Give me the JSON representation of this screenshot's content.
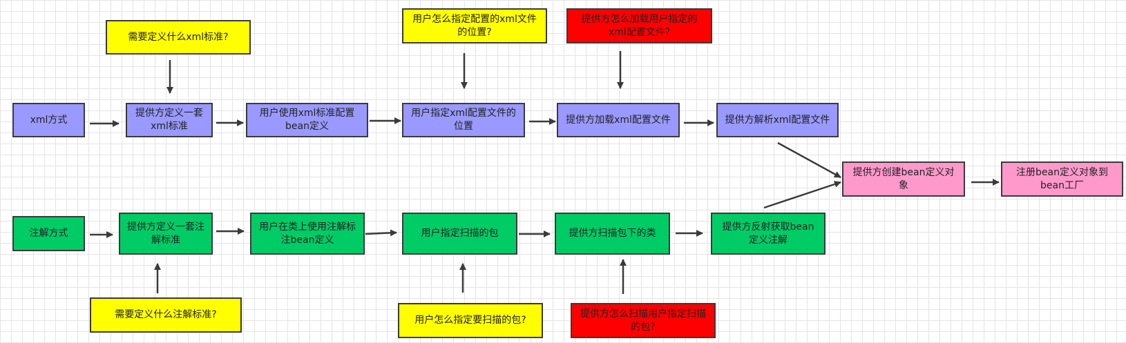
{
  "colors": {
    "xml_row": "#9999ff",
    "annotation_row": "#00cc66",
    "question_user": "#ffff00",
    "question_provider": "#ff0000",
    "result": "#ff99cc",
    "stroke": "#3a3a3a"
  },
  "top_row": {
    "start": "xml方式",
    "step1": "提供方定义一套xml标准",
    "step2": "用户使用xml标准配置bean定义",
    "step3": "用户指定xml配置文件的位置",
    "step4": "提供方加载xml配置文件",
    "step5": "提供方解析xml配置文件"
  },
  "top_questions": {
    "q1": "需要定义什么xml标准?",
    "q2": "用户怎么指定配置的xml文件的位置?",
    "q3": "提供方怎么加载用户指定的xml配置文件?"
  },
  "bottom_row": {
    "start": "注解方式",
    "step1": "提供方定义一套注解标准",
    "step2": "用户在类上使用注解标注bean定义",
    "step3": "用户指定扫描的包",
    "step4": "提供方扫描包下的类",
    "step5": "提供方反射获取bean定义注解"
  },
  "bottom_questions": {
    "q1": "需要定义什么注解标准?",
    "q2": "用户怎么指定要扫描的包?",
    "q3": "提供方怎么扫描用户指定扫描的包?"
  },
  "result": {
    "create": "提供方创建bean定义对象",
    "register": "注册bean定义对象到bean工厂"
  }
}
